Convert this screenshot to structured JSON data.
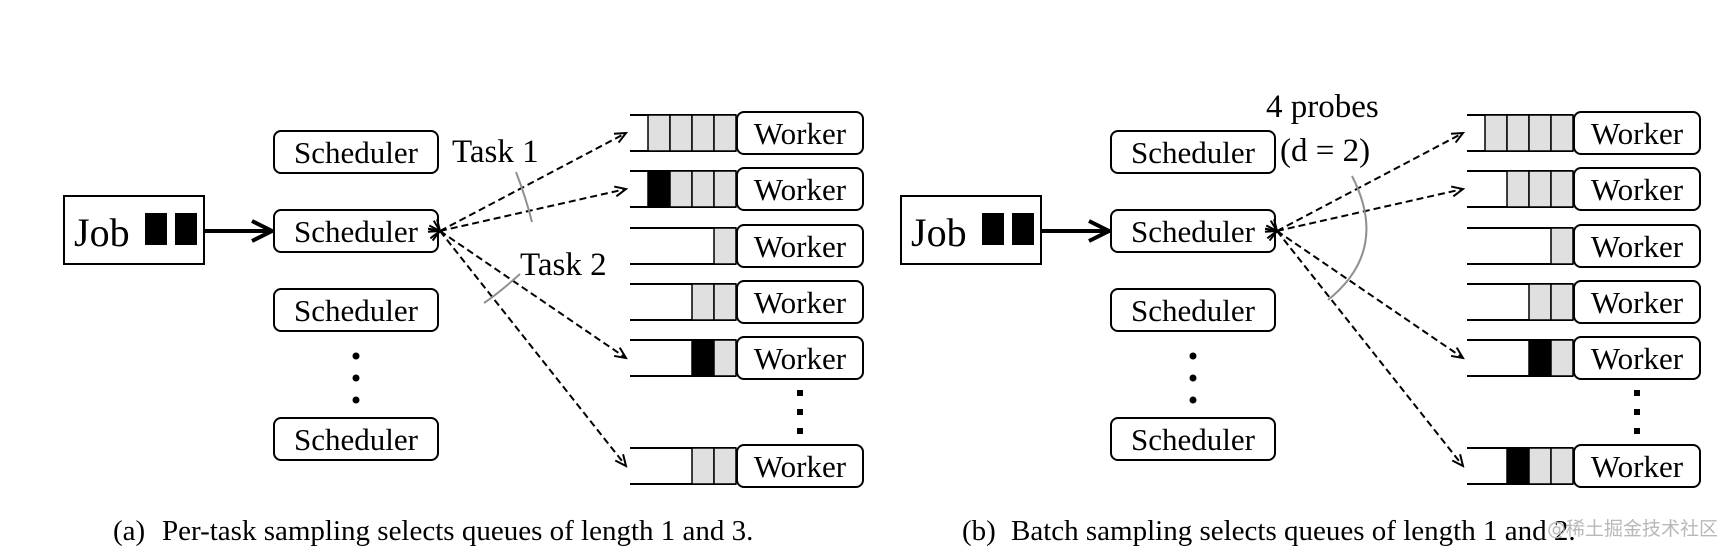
{
  "colors": {
    "stroke": "#000000",
    "queue_fill_gray": "#e0e0e0",
    "queue_fill_black": "#000000",
    "arc": "#909090",
    "watermark": "#b8b8b8"
  },
  "panels": [
    {
      "job_label": "Job",
      "job_tasks": 2,
      "schedulers": [
        "Scheduler",
        "Scheduler",
        "Scheduler",
        "Scheduler"
      ],
      "active_scheduler": 1,
      "workers": [
        {
          "label": "Worker",
          "queue": [
            "gray",
            "gray",
            "gray",
            "gray"
          ]
        },
        {
          "label": "Worker",
          "queue": [
            "black",
            "gray",
            "gray",
            "gray"
          ]
        },
        {
          "label": "Worker",
          "queue": [
            "gray"
          ]
        },
        {
          "label": "Worker",
          "queue": [
            "gray",
            "gray"
          ]
        },
        {
          "label": "Worker",
          "queue": [
            "black",
            "gray"
          ]
        },
        {
          "label": "Worker",
          "queue": [
            "gray",
            "gray"
          ]
        }
      ],
      "probes": [
        0,
        1,
        4,
        5
      ],
      "annotations": [
        "Task 1",
        "Task 2"
      ],
      "caption_tag": "(a)",
      "caption_text": "Per-task sampling selects queues of length 1 and 3."
    },
    {
      "job_label": "Job",
      "job_tasks": 2,
      "schedulers": [
        "Scheduler",
        "Scheduler",
        "Scheduler",
        "Scheduler"
      ],
      "active_scheduler": 1,
      "workers": [
        {
          "label": "Worker",
          "queue": [
            "gray",
            "gray",
            "gray",
            "gray"
          ]
        },
        {
          "label": "Worker",
          "queue": [
            "gray",
            "gray",
            "gray"
          ]
        },
        {
          "label": "Worker",
          "queue": [
            "gray"
          ]
        },
        {
          "label": "Worker",
          "queue": [
            "gray",
            "gray"
          ]
        },
        {
          "label": "Worker",
          "queue": [
            "black",
            "gray"
          ]
        },
        {
          "label": "Worker",
          "queue": [
            "black",
            "gray",
            "gray"
          ]
        }
      ],
      "probes": [
        0,
        1,
        4,
        5
      ],
      "annotations": [
        "4 probes",
        "(d = 2)"
      ],
      "caption_tag": "(b)",
      "caption_text": "Batch sampling selects queues of length 1 and 2."
    }
  ],
  "watermark": "@稀土掘金技术社区"
}
